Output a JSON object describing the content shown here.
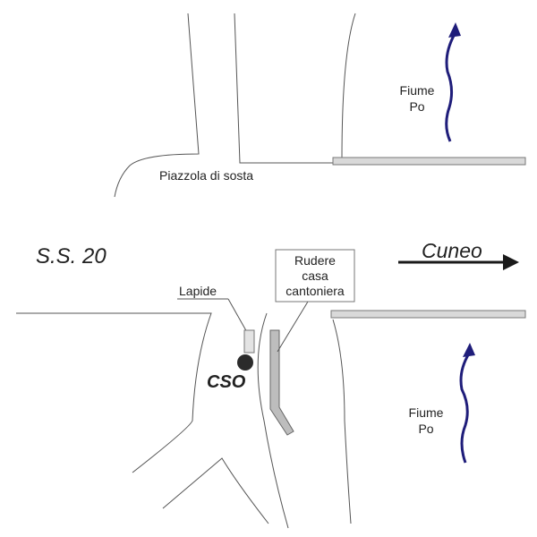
{
  "labels": {
    "parking": "Piazzola di sosta",
    "road": "S.S. 20",
    "direction": "Cuneo",
    "river_top_line1": "Fiume",
    "river_top_line2": "Po",
    "river_bottom_line1": "Fiume",
    "river_bottom_line2": "Po",
    "plaque": "Lapide",
    "ruin_line1": "Rudere",
    "ruin_line2": "casa",
    "ruin_line3": "cantoniera",
    "marker": "CSO"
  },
  "colors": {
    "river": "#1f1d7a",
    "bar_fill": "#d9d9d9",
    "ruin_fill": "#bdbdbd",
    "marker": "#2b2b2b",
    "line": "#555555"
  }
}
